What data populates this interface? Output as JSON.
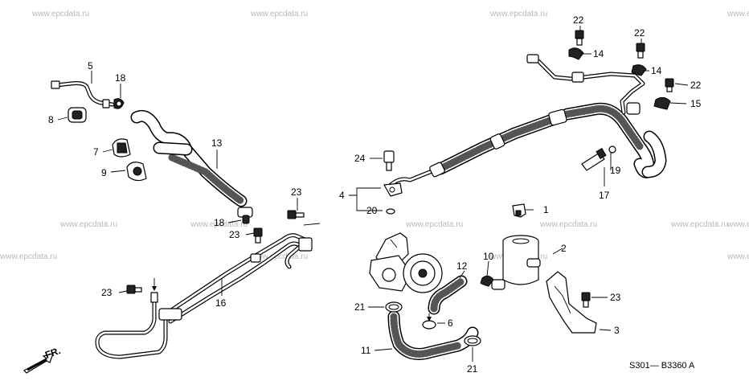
{
  "watermarks": [
    "www.epcdata.ru",
    "www.epcdata.ru",
    "www.epcdata.ru",
    "www.epcdata.ru",
    "www.epcdata.ru",
    "www.epcdata.ru",
    "www.epcdata.ru",
    "www.epcdata.ru",
    "www.epcdata.ru",
    "www.epcdata.ru",
    "www.epcdata.ru",
    "www.epcdata.ru",
    "www.epcdata.ru",
    "www.epcdata.ru"
  ],
  "callouts": [
    "5",
    "18",
    "8",
    "7",
    "9",
    "13",
    "23",
    "18",
    "23",
    "23",
    "16",
    "24",
    "4",
    "20",
    "12",
    "10",
    "2",
    "1",
    "21",
    "6",
    "11",
    "21",
    "3",
    "23",
    "22",
    "14",
    "22",
    "14",
    "22",
    "15",
    "19",
    "17"
  ],
  "direction_label": "FR.",
  "diagram_code": "S301— B3360 A"
}
